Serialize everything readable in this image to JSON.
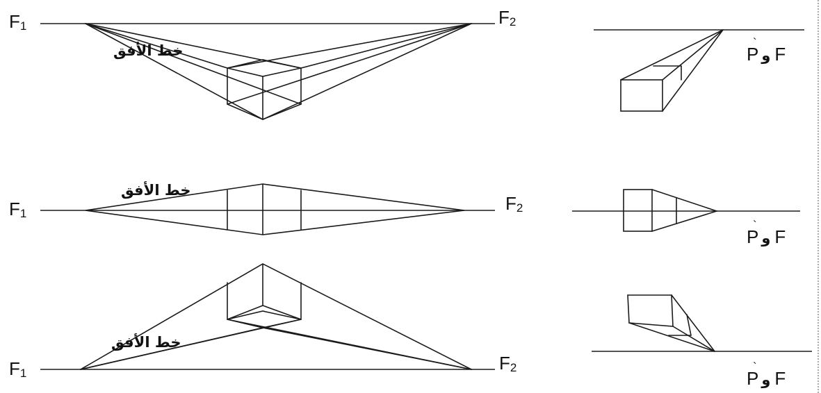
{
  "vanishing_points": {
    "f_left": "F",
    "f_right": "F",
    "sub_1": "1",
    "sub_2": "2"
  },
  "horizon_label": "خط الأفق",
  "single_point_label": {
    "f": "F",
    "and": "و",
    "p": "P",
    "accent": "`"
  },
  "colors": {
    "ink": "#1a1a1a",
    "background": "#ffffff"
  }
}
